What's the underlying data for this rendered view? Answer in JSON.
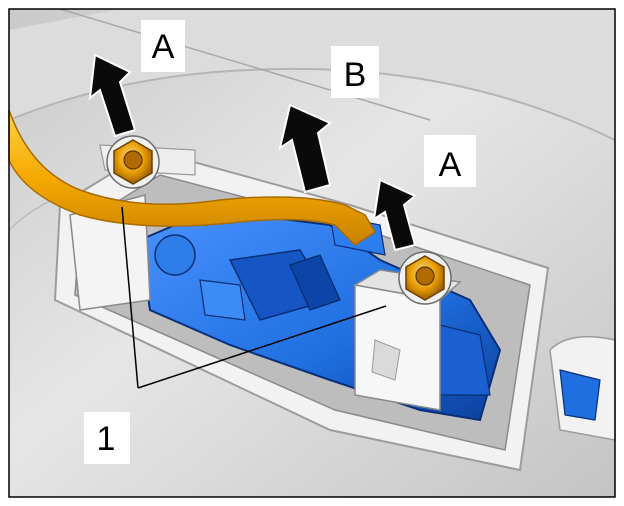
{
  "labels": {
    "a_left": "A",
    "b": "B",
    "a_right": "A",
    "callout_1": "1"
  },
  "colors": {
    "background_gray": "#d9d9d9",
    "cable_yellow": "#f5a900",
    "nut_orange": "#e69a00",
    "connector_blue": "#1f6fe0",
    "arrow_black": "#0a0a0a",
    "frame": "#000000"
  },
  "icons": {
    "arrow": "up-left-arrow-icon",
    "nut": "hex-nut-icon"
  }
}
